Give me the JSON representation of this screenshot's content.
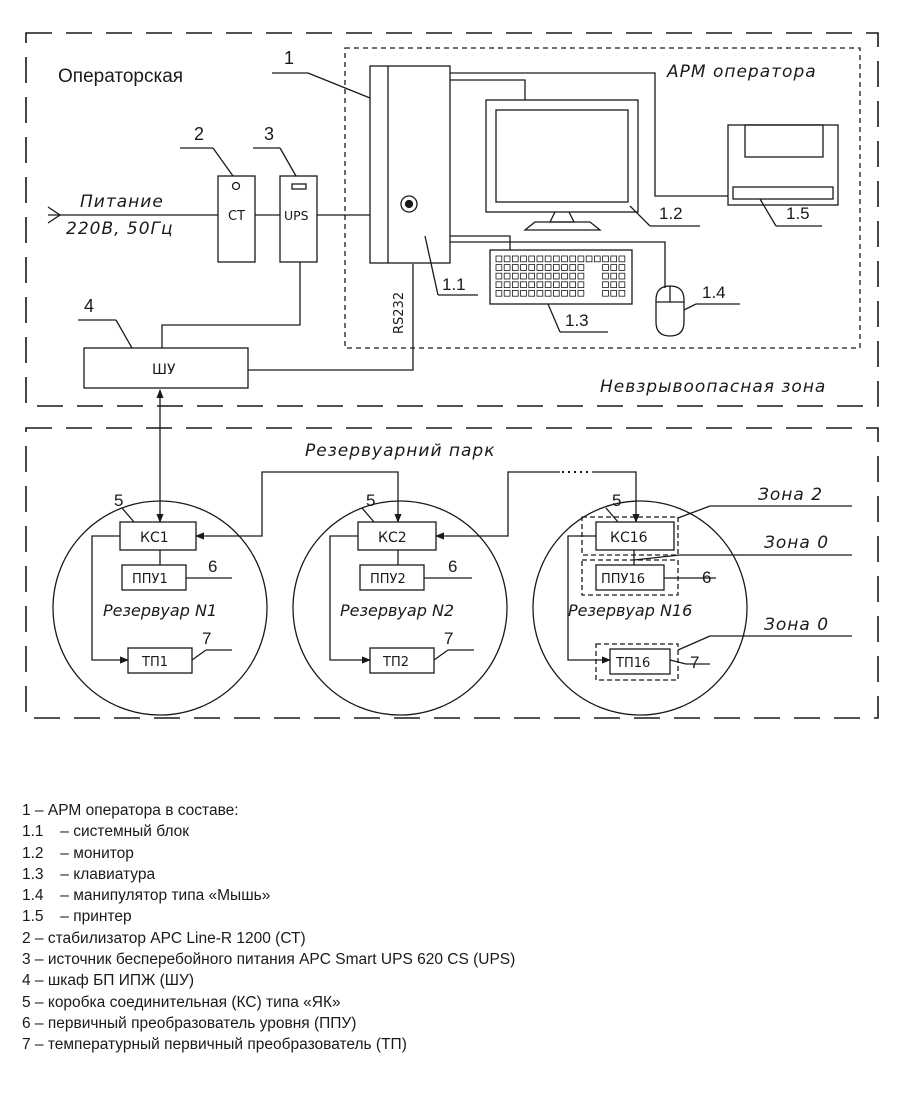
{
  "zones": {
    "operator_room": "Операторская",
    "safe_zone": "Невзрывоопасная зона",
    "tank_park": "Резервуарний парк",
    "workstation": "АРМ оператора"
  },
  "power": {
    "line1": "Питание",
    "line2": "220В, 50Гц"
  },
  "devices": {
    "stabilizer": "СТ",
    "ups": "UPS",
    "cabinet": "ШУ",
    "rs232": "RS232"
  },
  "callouts": {
    "n1": "1",
    "n2": "2",
    "n3": "3",
    "n4": "4",
    "n1_1": "1.1",
    "n1_2": "1.2",
    "n1_3": "1.3",
    "n1_4": "1.4",
    "n1_5": "1.5"
  },
  "tanks": [
    {
      "ks": "КС1",
      "ppu": "ППУ1",
      "tp": "ТП1",
      "name": "Резервуар N1",
      "n5": "5",
      "n6": "6",
      "n7": "7"
    },
    {
      "ks": "КС2",
      "ppu": "ППУ2",
      "tp": "ТП2",
      "name": "Резервуар N2",
      "n5": "5",
      "n6": "6",
      "n7": "7"
    },
    {
      "ks": "КС16",
      "ppu": "ППУ16",
      "tp": "ТП16",
      "name": "Резервуар N16",
      "n5": "5",
      "n6": "6",
      "n7": "7",
      "zone_ks": "Зона 2",
      "zone_ppu": "Зона 0",
      "zone_tp": "Зона 0"
    }
  ],
  "legend": [
    {
      "code": "1",
      "sep": " – ",
      "text": "АРМ оператора в составе:"
    },
    {
      "code": "1.1",
      "sep": " – ",
      "text": "системный блок",
      "sub": true
    },
    {
      "code": "1.2",
      "sep": " – ",
      "text": "монитор",
      "sub": true
    },
    {
      "code": "1.3",
      "sep": " – ",
      "text": "клавиатура",
      "sub": true
    },
    {
      "code": "1.4",
      "sep": " – ",
      "text": "манипулятор типа «Мышь»",
      "sub": true
    },
    {
      "code": "1.5",
      "sep": " – ",
      "text": "принтер",
      "sub": true
    },
    {
      "code": "2",
      "sep": " – ",
      "text": "стабилизатор APC Line-R 1200 (СТ)"
    },
    {
      "code": "3",
      "sep": " – ",
      "text": "источник бесперебойного питания APC Smart UPS 620 CS (UPS)"
    },
    {
      "code": "4",
      "sep": " – ",
      "text": "шкаф БП ИПЖ (ШУ)"
    },
    {
      "code": "5",
      "sep": " – ",
      "text": "коробка соединительная (КС) типа «ЯК»"
    },
    {
      "code": "6",
      "sep": " – ",
      "text": "первичный преобразователь уровня (ППУ)"
    },
    {
      "code": "7",
      "sep": " – ",
      "text": "температурный первичный преобразователь (ТП)"
    }
  ]
}
